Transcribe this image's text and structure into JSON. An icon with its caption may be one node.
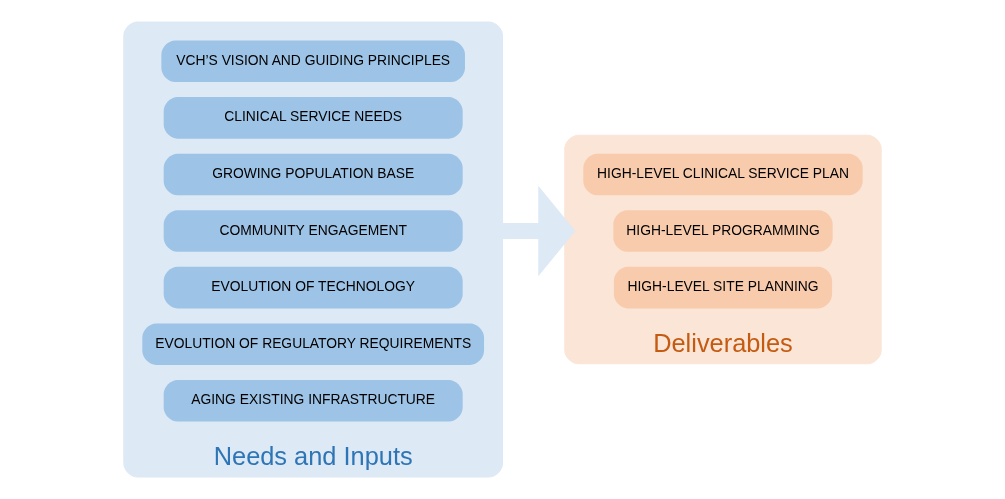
{
  "diagram": {
    "nodes": [
      {
        "text": [
          "Needs and Inputs"
        ]
      },
      {
        "text": [
          "VCH’S VISION AND GUIDING PRINCIPLES"
        ],
        "in": 0
      },
      {
        "text": [
          "CLINICAL SERVICE NEEDS"
        ],
        "in": 0
      },
      {
        "text": [
          "GROWING POPULATION BASE"
        ],
        "in": 0
      },
      {
        "text": [
          "COMMUNITY ENGAGEMENT"
        ],
        "in": 0
      },
      {
        "text": [
          "EVOLUTION OF TECHNOLOGY"
        ],
        "in": 0
      },
      {
        "text": [
          "EVOLUTION OF REGULATORY REQUIREMENTS"
        ],
        "in": 0
      },
      {
        "text": [
          "AGING EXISTING INFRASTRUCTURE"
        ],
        "in": 0
      },
      {
        "text": [
          "Deliverables"
        ]
      },
      {
        "text": [
          "HIGH-LEVEL CLINICAL SERVICE PLAN"
        ],
        "in": 8
      },
      {
        "text": [
          "HIGH-LEVEL PROGRAMMING"
        ],
        "in": 8
      },
      {
        "text": [
          "HIGH-LEVEL SITE PLANNING"
        ],
        "in": 8
      }
    ],
    "edges": [
      {
        "from": 0,
        "to": 8,
        "arrow": "to"
      }
    ]
  }
}
